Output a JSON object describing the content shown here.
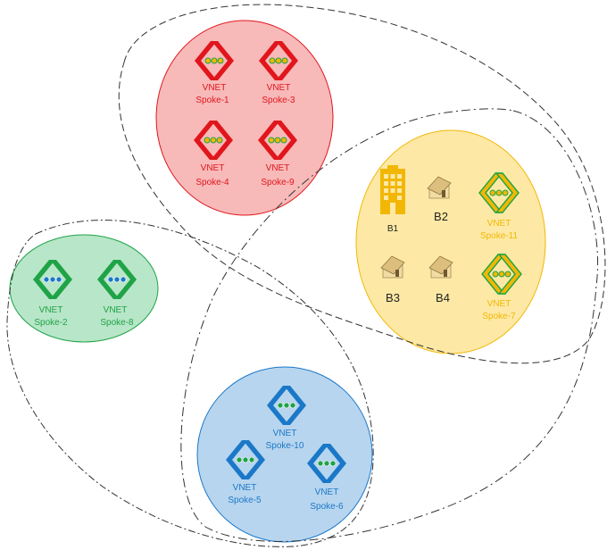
{
  "colors": {
    "red": "#e0161c",
    "red_fill": "#f8b9b9",
    "green": "#1fa347",
    "green_fill": "#b8e6c8",
    "blue": "#1b78c8",
    "blue_fill": "#b7d5ee",
    "yellow": "#f2b705",
    "yellow_fill": "#fde9a5",
    "dash": "#333333"
  },
  "groups": {
    "red": {
      "spokes": [
        {
          "vnet": "VNET",
          "name": "Spoke-1"
        },
        {
          "vnet": "VNET",
          "name": "Spoke-3"
        },
        {
          "vnet": "VNET",
          "name": "Spoke-4"
        },
        {
          "vnet": "VNET",
          "name": "Spoke-9"
        }
      ]
    },
    "green": {
      "spokes": [
        {
          "vnet": "VNET",
          "name": "Spoke-2"
        },
        {
          "vnet": "VNET",
          "name": "Spoke-8"
        }
      ]
    },
    "blue": {
      "spokes": [
        {
          "vnet": "VNET",
          "name": "Spoke-10"
        },
        {
          "vnet": "VNET",
          "name": "Spoke-5"
        },
        {
          "vnet": "VNET",
          "name": "Spoke-6"
        }
      ]
    },
    "yellow": {
      "branches": [
        "B1",
        "B2",
        "B3",
        "B4"
      ],
      "spokes": [
        {
          "vnet": "VNET",
          "name": "Spoke-11"
        },
        {
          "vnet": "VNET",
          "name": "Spoke-7"
        }
      ]
    }
  },
  "icons": {
    "vnet": "vnet-icon",
    "building": "office-building-icon",
    "house": "house-icon"
  }
}
